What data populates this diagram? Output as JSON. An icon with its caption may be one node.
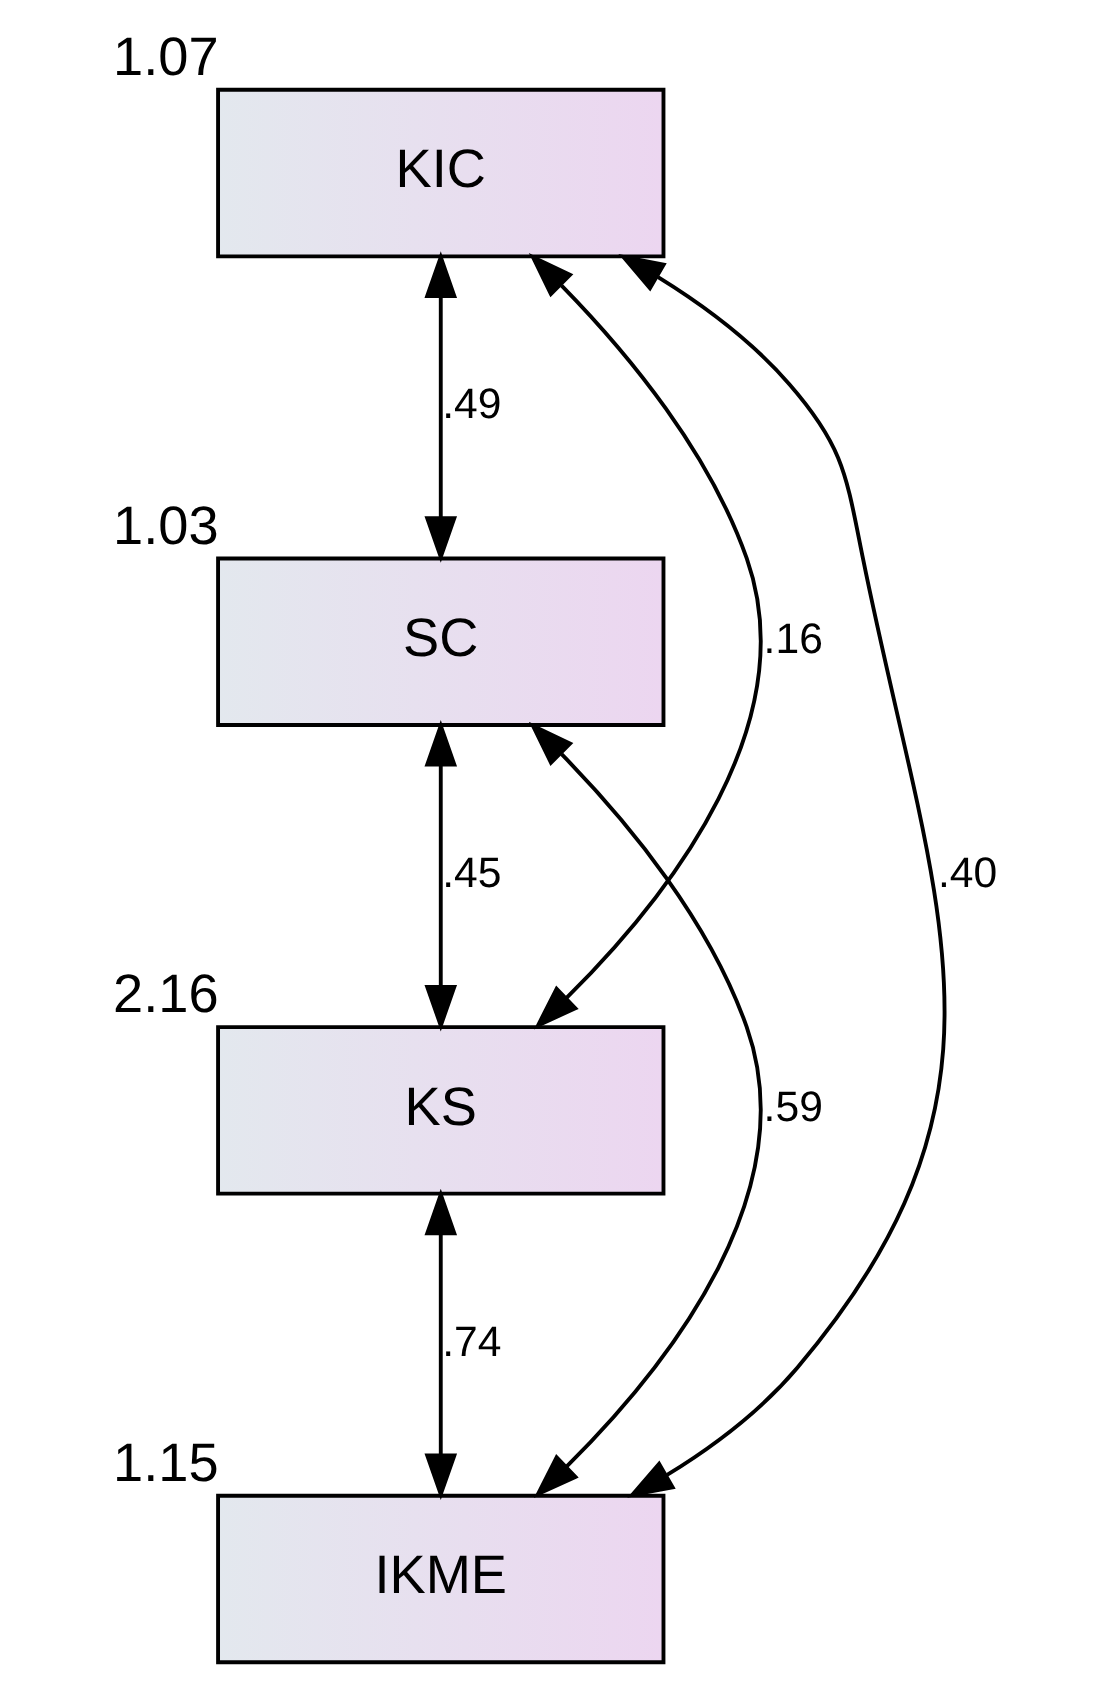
{
  "diagram": {
    "nodes": [
      {
        "text": [
          "KIC"
        ],
        "beside": [
          "1.07"
        ]
      },
      {
        "text": [
          "SC"
        ],
        "beside": [
          "1.03"
        ]
      },
      {
        "text": [
          "KS"
        ],
        "beside": [
          "2.16"
        ]
      },
      {
        "text": [
          "IKME"
        ],
        "beside": [
          "1.15"
        ]
      }
    ],
    "edges": [
      {
        "from": 0,
        "to": 1,
        "arrow": "both",
        "label": ".49"
      },
      {
        "from": 0,
        "to": 2,
        "arrow": "both",
        "label": ".16"
      },
      {
        "from": 0,
        "to": 3,
        "arrow": "both",
        "label": ".40"
      },
      {
        "from": 1,
        "to": 2,
        "arrow": "both",
        "label": ".45"
      },
      {
        "from": 1,
        "to": 3,
        "arrow": "both",
        "label": ".59"
      },
      {
        "from": 2,
        "to": 3,
        "arrow": "both",
        "label": ".74"
      }
    ]
  }
}
